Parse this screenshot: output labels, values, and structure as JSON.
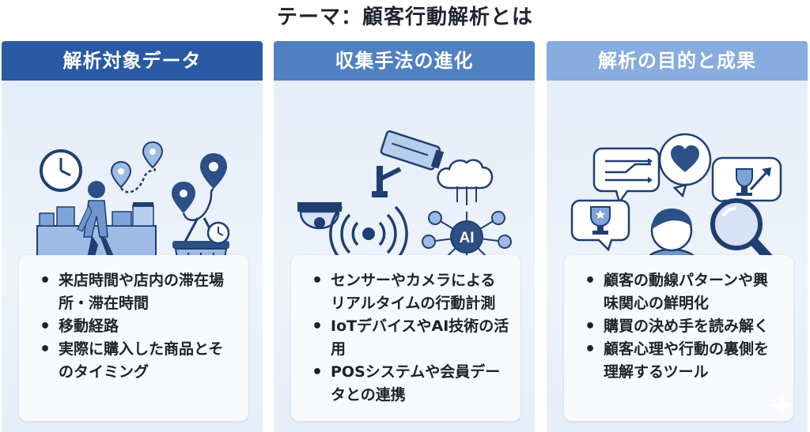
{
  "title": "テーマ：顧客行動解析とは",
  "colors": {
    "header_1": "#2a5aa3",
    "header_2": "#4f80c2",
    "header_3": "#86ace0",
    "icon_fill": "#8fb1e0",
    "icon_dark": "#1f3f73"
  },
  "panels": [
    {
      "header": "解析対象データ",
      "icons": [
        "clock-icon",
        "walking-person-icon",
        "location-pin-icon",
        "route-path-icon",
        "shopping-basket-icon",
        "store-shelf-icon"
      ],
      "items": [
        "来店時間や店内の滞在場所・滞在時間",
        "移動経路",
        "実際に購入した商品とそのタイミング"
      ]
    },
    {
      "header": "収集手法の進化",
      "icons": [
        "security-camera-icon",
        "dome-camera-icon",
        "wireless-sensor-icon",
        "cloud-icon",
        "ai-network-icon"
      ],
      "ai_label": "AI",
      "items": [
        "センサーやカメラによるリアルタイムの行動計測",
        "IoTデバイスやAI技術の活用",
        "POSシステムや会員データとの連携"
      ]
    },
    {
      "header": "解析の目的と成果",
      "icons": [
        "flow-arrows-icon",
        "heart-icon",
        "trophy-icon",
        "star-trophy-icon",
        "customer-icon",
        "magnifier-icon"
      ],
      "items": [
        "顧客の動線パターンや興味関心の鮮明化",
        "購買の決め手を読み解く",
        "顧客心理や行動の裏側を理解するツール"
      ]
    }
  ]
}
